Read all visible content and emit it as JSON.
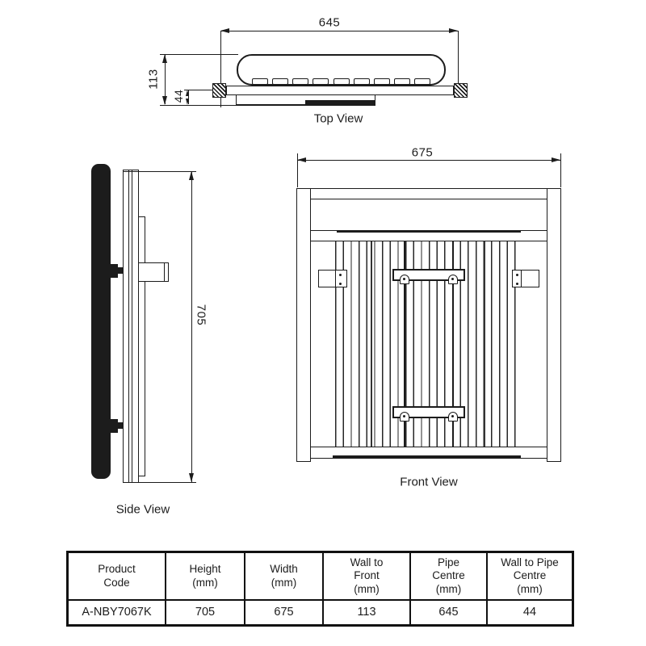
{
  "drawing": {
    "top_view": {
      "caption": "Top View",
      "dim_width": "645",
      "dim_wall_to_front": "113",
      "dim_wall_to_pipe": "44"
    },
    "side_view": {
      "caption": "Side View",
      "dim_height": "705"
    },
    "front_view": {
      "caption": "Front View",
      "dim_width": "675"
    }
  },
  "spec_table": {
    "headers": [
      "Product\nCode",
      "Height\n(mm)",
      "Width\n(mm)",
      "Wall to\nFront\n(mm)",
      "Pipe\nCentre\n(mm)",
      "Wall to Pipe\nCentre\n(mm)"
    ],
    "rows": [
      [
        "A-NBY7067K",
        "705",
        "675",
        "113",
        "645",
        "44"
      ]
    ]
  },
  "colors": {
    "ink": "#1c1c1c",
    "paper": "#ffffff"
  }
}
